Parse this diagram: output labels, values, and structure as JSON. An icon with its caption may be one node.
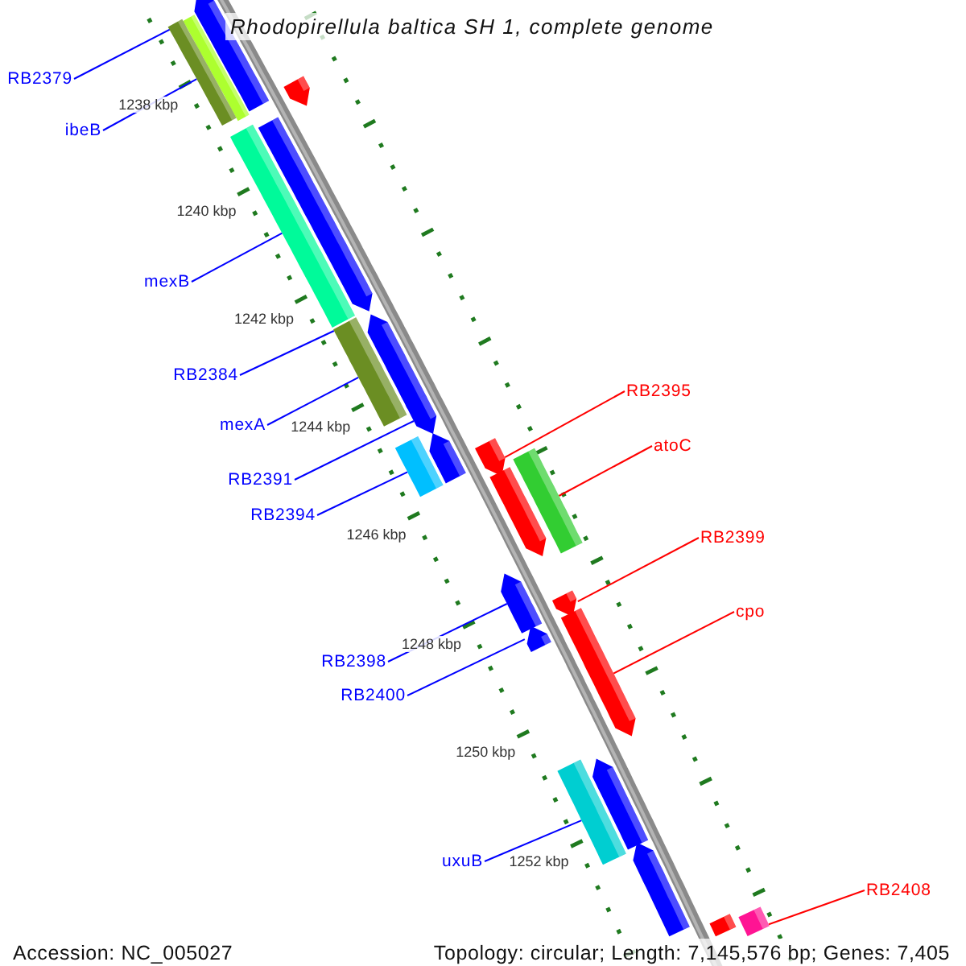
{
  "diagram": {
    "title": "Rhodopirellula baltica SH 1, complete genome",
    "nodes": [
      {
        "text": [
          "RB2379"
        ]
      },
      {
        "text": [
          "ibeB"
        ]
      },
      {
        "text": [
          "mexB"
        ]
      },
      {
        "text": [
          "RB2384"
        ]
      },
      {
        "text": [
          "RB2395"
        ]
      },
      {
        "text": [
          "mexA"
        ]
      },
      {
        "text": [
          "atoC"
        ]
      },
      {
        "text": [
          "RB2391"
        ]
      },
      {
        "text": [
          "RB2394"
        ]
      },
      {
        "text": [
          "RB2399"
        ]
      },
      {
        "text": [
          "cpo"
        ]
      },
      {
        "text": [
          "RB2398"
        ]
      },
      {
        "text": [
          "RB2400"
        ]
      },
      {
        "text": [
          "uxuB"
        ]
      },
      {
        "text": [
          "RB2408"
        ]
      },
      {
        "text": [],
        "shape": "arrow"
      },
      {
        "text": [],
        "shape": "bar"
      },
      {
        "text": [],
        "shape": "bar"
      },
      {
        "text": [],
        "shape": "arrow"
      },
      {
        "text": [],
        "shape": "bar"
      },
      {
        "text": [],
        "shape": "arrow"
      },
      {
        "text": [],
        "shape": "bar"
      },
      {
        "text": [],
        "shape": "arrow"
      },
      {
        "text": [],
        "shape": "arrow"
      },
      {
        "text": [],
        "shape": "bar"
      },
      {
        "text": [],
        "shape": "arrow"
      },
      {
        "text": [],
        "shape": "arrow"
      },
      {
        "text": [],
        "shape": "bar"
      },
      {
        "text": [],
        "shape": "arrow"
      },
      {
        "text": [],
        "shape": "arrow"
      },
      {
        "text": [],
        "shape": "arrow"
      },
      {
        "text": [],
        "shape": "arrow"
      },
      {
        "text": [],
        "shape": "arrow"
      },
      {
        "text": [],
        "shape": "bar"
      },
      {
        "text": [],
        "shape": "arrow"
      },
      {
        "text": [],
        "shape": "arrow"
      },
      {
        "text": [],
        "shape": "bar"
      },
      {
        "text": [],
        "shape": "bar"
      }
    ],
    "edges": [
      {
        "from": 0,
        "to": 16,
        "arrow": "none"
      },
      {
        "from": 1,
        "to": 17,
        "arrow": "none"
      },
      {
        "from": 2,
        "to": 19,
        "arrow": "none"
      },
      {
        "from": 3,
        "to": 21,
        "arrow": "none"
      },
      {
        "from": 4,
        "to": 26,
        "arrow": "none",
        "color": "#ff0000"
      },
      {
        "from": 5,
        "to": 21,
        "arrow": "none"
      },
      {
        "from": 6,
        "to": 27,
        "arrow": "none",
        "color": "#ff0000"
      },
      {
        "from": 7,
        "to": 23,
        "arrow": "none"
      },
      {
        "from": 8,
        "to": 24,
        "arrow": "none"
      },
      {
        "from": 9,
        "to": 31,
        "arrow": "none",
        "color": "#ff0000"
      },
      {
        "from": 10,
        "to": 32,
        "arrow": "none",
        "color": "#ff0000"
      },
      {
        "from": 11,
        "to": 29,
        "arrow": "none"
      },
      {
        "from": 12,
        "to": 30,
        "arrow": "none"
      },
      {
        "from": 13,
        "to": 33,
        "arrow": "none"
      },
      {
        "from": 14,
        "to": 37,
        "arrow": "none",
        "color": "#ff0000"
      }
    ],
    "labels": [
      "Accession: NC_005027",
      "Topology: circular; Length: 7,145,576 bp; Genes: 7,405",
      "1238 kbp",
      "1240 kbp",
      "1242 kbp",
      "1244 kbp",
      "1246 kbp",
      "1248 kbp",
      "1250 kbp",
      "1252 kbp"
    ]
  }
}
